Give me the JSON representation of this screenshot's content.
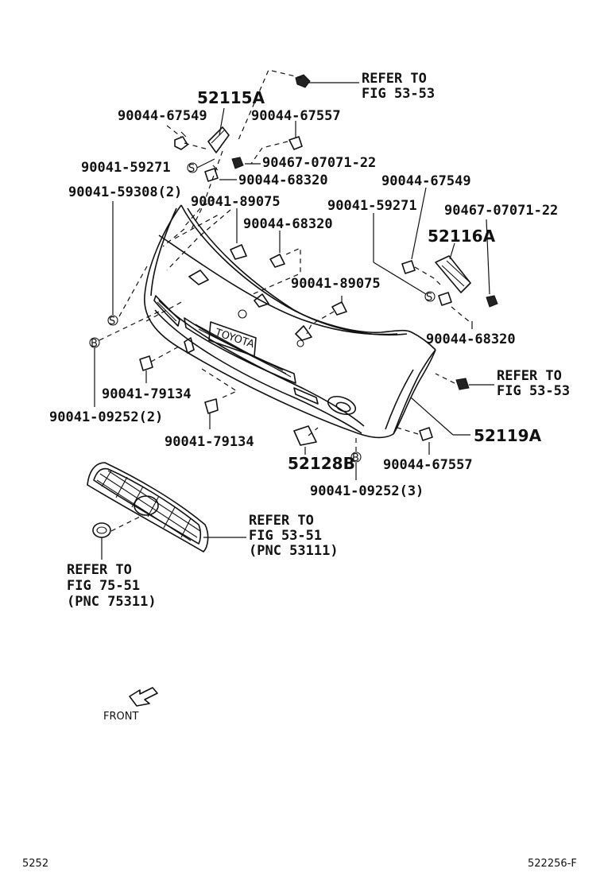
{
  "diagram": {
    "refer_top": {
      "line1": "REFER TO",
      "line2": "FIG 53-53"
    },
    "refer_right": {
      "line1": "REFER TO",
      "line2": "FIG 53-53"
    },
    "refer_grille": {
      "line1": "REFER TO",
      "line2": "FIG 53-51",
      "line3": "(PNC 53111)"
    },
    "refer_emblem": {
      "line1": "REFER TO",
      "line2": "FIG 75-51",
      "line3": "(PNC 75311)"
    },
    "labels": {
      "p52115A": "52115A",
      "p90044_67549_left": "90044-67549",
      "p90044_67557_top": "90044-67557",
      "p90041_59271_left": "90041-59271",
      "p90467_07071_22_left": "90467-07071-22",
      "p90044_68320_top": "90044-68320",
      "p90041_59308": "90041-59308(2)",
      "p90041_89075_left": "90041-89075",
      "p90044_68320_mid": "90044-68320",
      "p90044_67549_right": "90044-67549",
      "p90041_59271_right": "90041-59271",
      "p90467_07071_22_right": "90467-07071-22",
      "p52116A": "52116A",
      "p90041_89075_mid": "90041-89075",
      "p90044_68320_right": "90044-68320",
      "p90041_79134_a": "90041-79134",
      "p90041_09252_left": "90041-09252(2)",
      "p52119A": "52119A",
      "p90041_79134_b": "90041-79134",
      "p52128B": "52128B",
      "p90044_67557_bottom": "90044-67557",
      "p90041_09252_right": "90041-09252(3)"
    },
    "symbols": {
      "s": "S",
      "b": "B"
    },
    "front_label": "FRONT",
    "footer_left": "5252",
    "footer_right": "522256-F"
  }
}
